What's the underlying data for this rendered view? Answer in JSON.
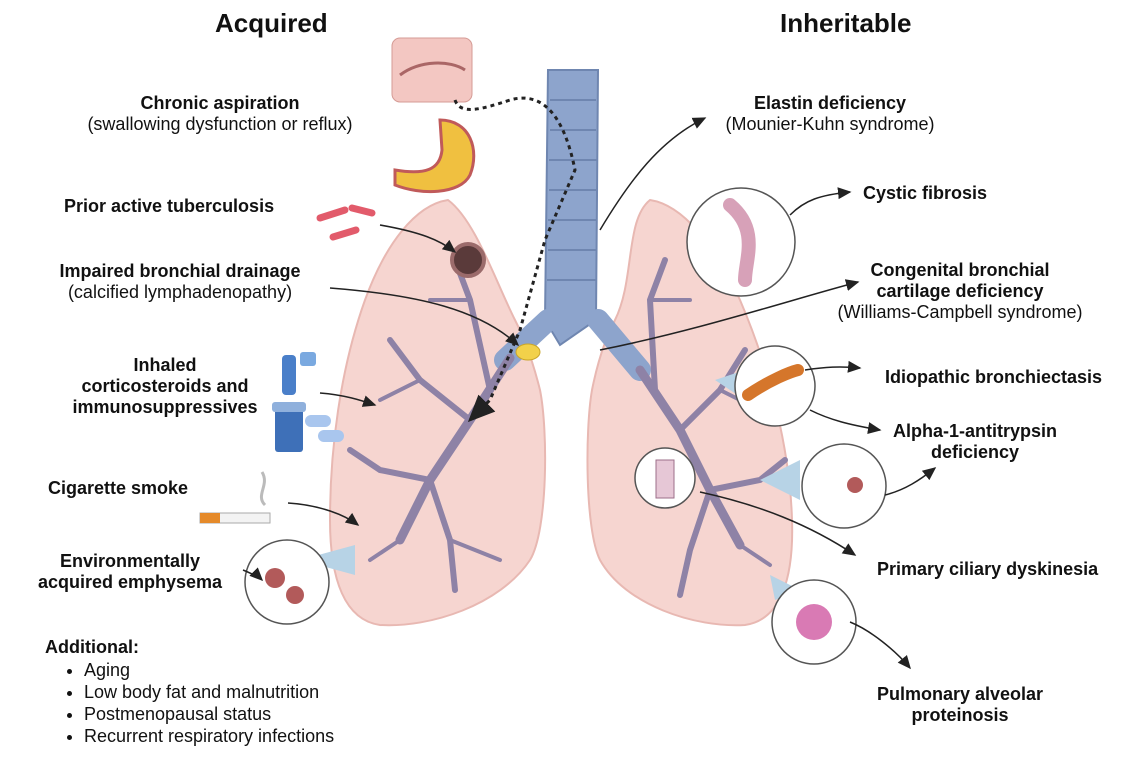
{
  "headings": {
    "left": "Acquired",
    "right": "Inheritable"
  },
  "acquired": {
    "chronic_aspiration": {
      "title": "Chronic aspiration",
      "detail": "(swallowing dysfunction or reflux)"
    },
    "tuberculosis": {
      "title": "Prior active tuberculosis"
    },
    "drainage": {
      "title": "Impaired bronchial drainage",
      "detail": "(calcified lymphadenopathy)"
    },
    "steroids": {
      "lines": [
        "Inhaled",
        "corticosteroids and",
        "immunosuppressives"
      ]
    },
    "smoke": {
      "title": "Cigarette smoke"
    },
    "emphysema": {
      "lines": [
        "Environmentally",
        "acquired emphysema"
      ]
    }
  },
  "additional": {
    "title": "Additional:",
    "items": [
      "Aging",
      "Low body fat and malnutrition",
      "Postmenopausal status",
      "Recurrent respiratory infections"
    ]
  },
  "inheritable": {
    "elastin": {
      "title": "Elastin deficiency",
      "detail": "(Mounier-Kuhn syndrome)"
    },
    "cystic_fibrosis": {
      "title": "Cystic fibrosis"
    },
    "cartilage": {
      "lines": [
        "Congenital bronchial",
        "cartilage deficiency"
      ],
      "detail": "(Williams-Campbell syndrome)"
    },
    "idiopathic": {
      "title": "Idiopathic bronchiectasis"
    },
    "alpha1": {
      "lines": [
        "Alpha-1-antitrypsin",
        "deficiency"
      ]
    },
    "ciliary": {
      "title": "Primary ciliary dyskinesia"
    },
    "pap": {
      "lines": [
        "Pulmonary alveolar",
        "proteinosis"
      ]
    }
  },
  "colors": {
    "lung_fill": "#f6d5d0",
    "lung_edge": "#e8b8b2",
    "airway": "#8e82a6",
    "trachea": "#8da4cc",
    "magnifier_cone": "#b7d3e6",
    "arrow": "#222222"
  },
  "icons": [
    "mouth-throat-icon",
    "stomach-icon",
    "bacteria-icon",
    "lung-lesion-icon",
    "lymph-node-icon",
    "inhaler-icon",
    "pill-bottle-icon",
    "capsule-icon",
    "cigarette-icon",
    "alveoli-icon",
    "airway-tube-icon",
    "cilia-cell-icon",
    "proteinosis-icon"
  ]
}
